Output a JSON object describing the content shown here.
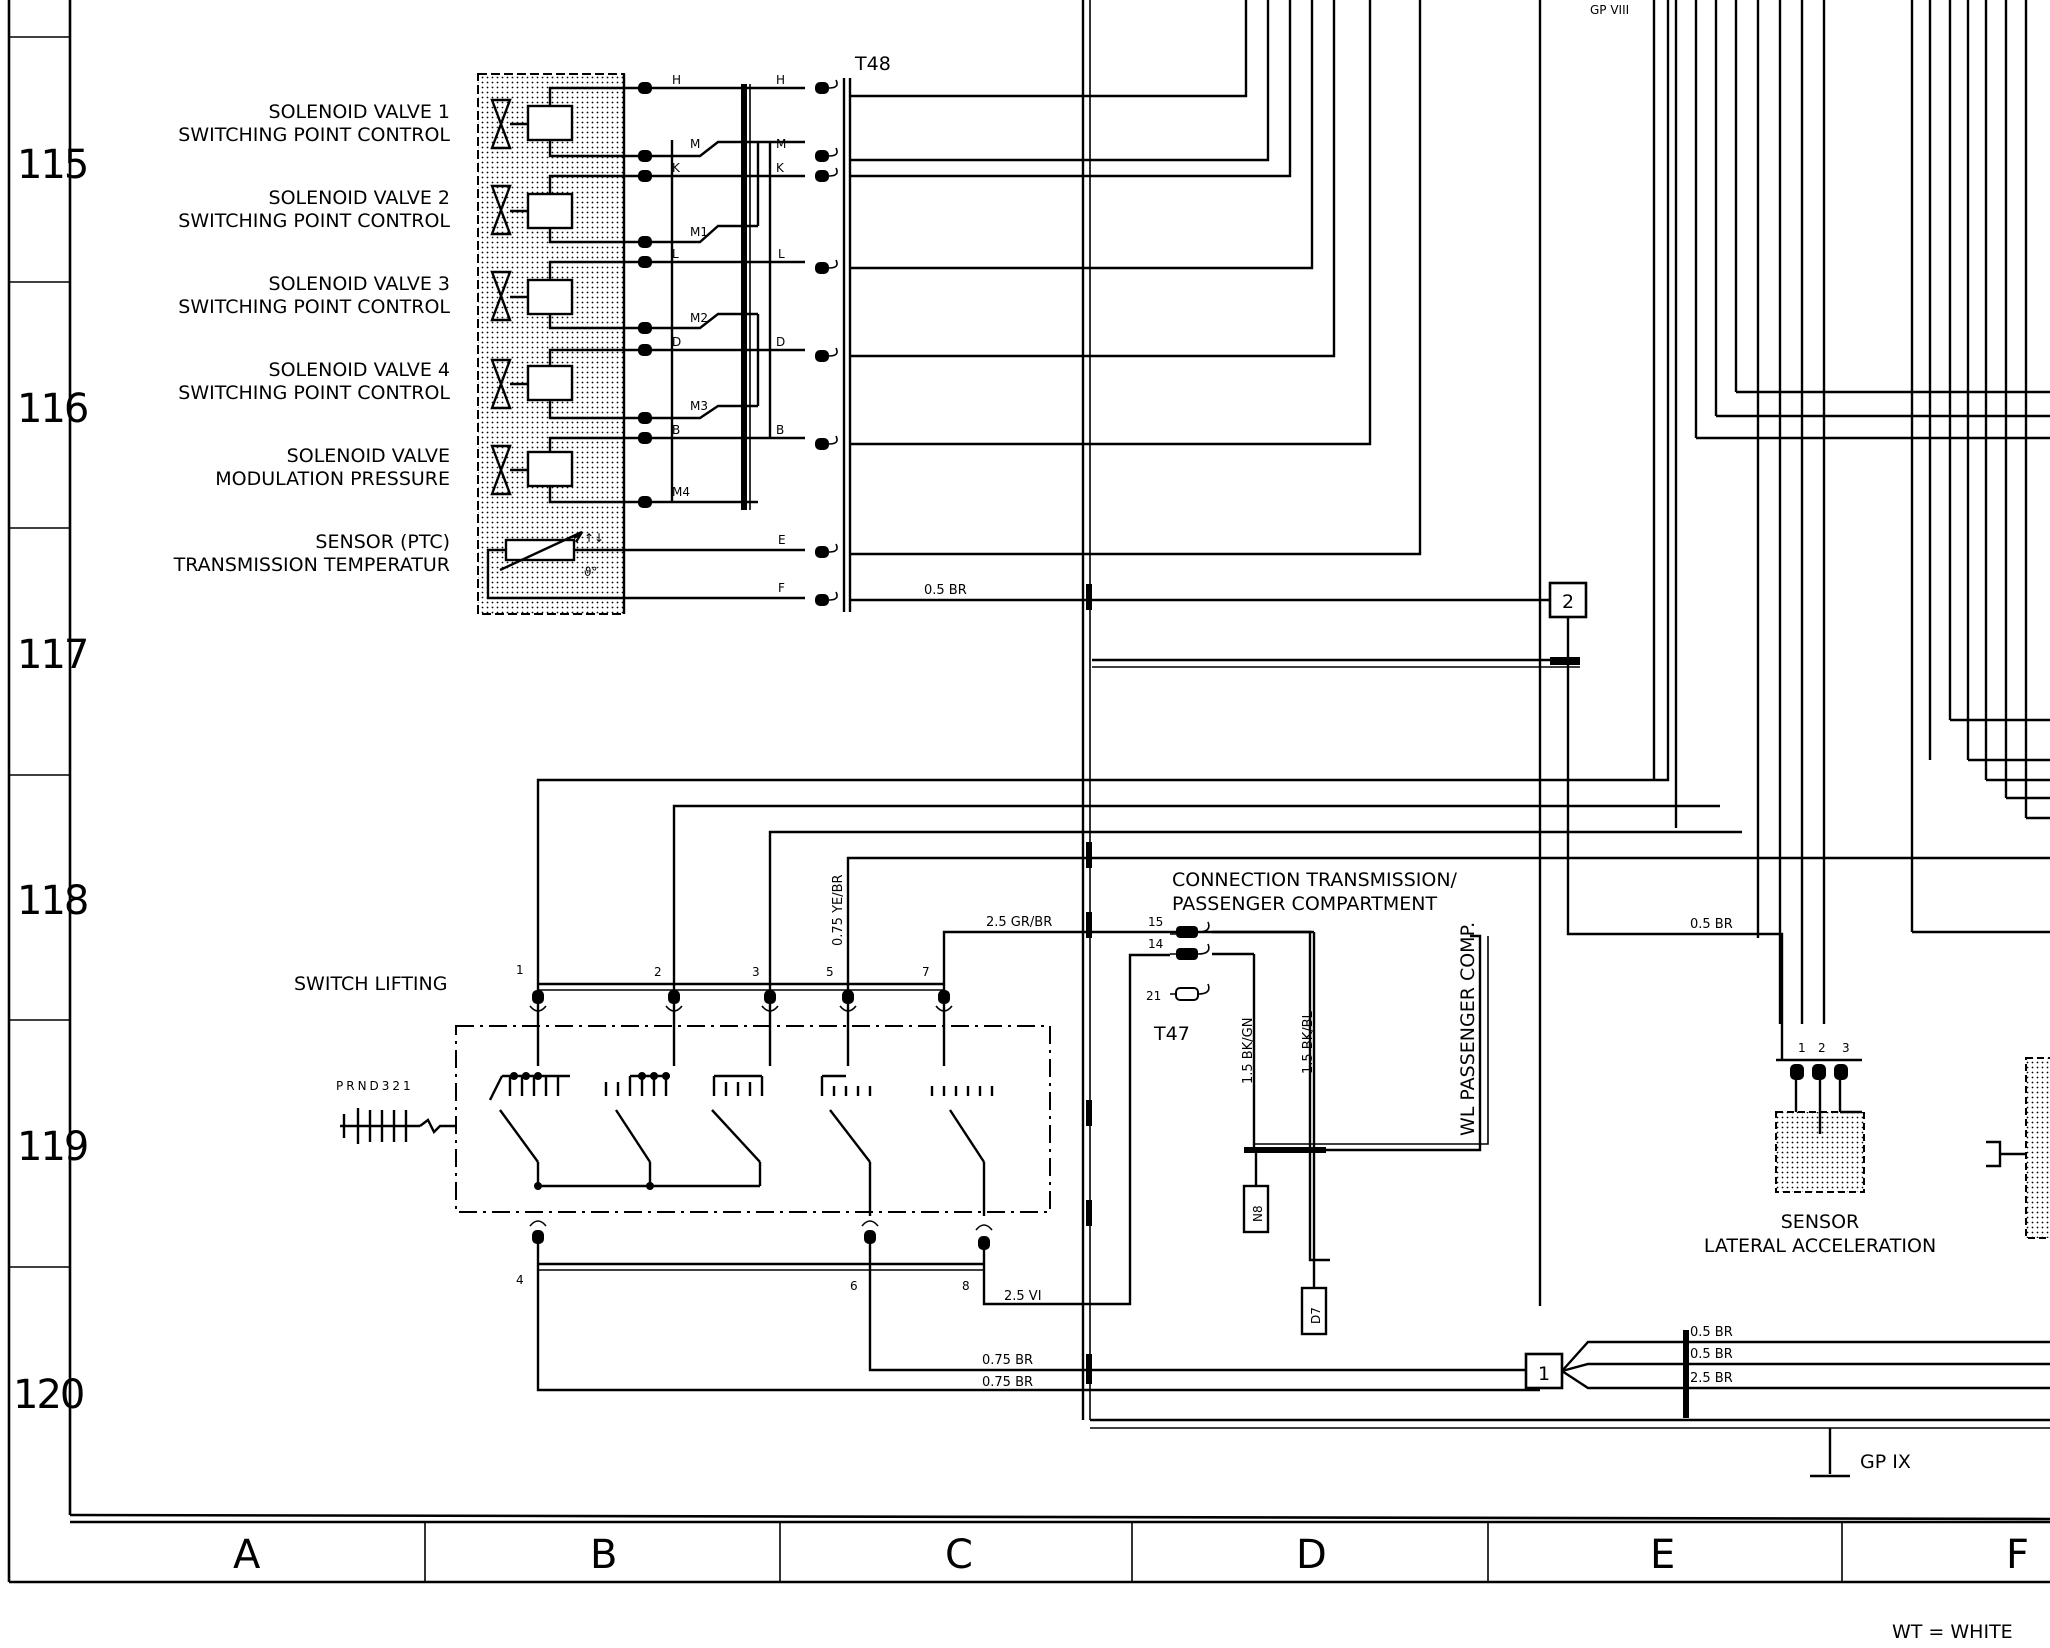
{
  "rows": [
    "115",
    "116",
    "117",
    "118",
    "119",
    "120"
  ],
  "columns": [
    "A",
    "B",
    "C",
    "D",
    "E",
    "F"
  ],
  "components": {
    "solenoid_1": [
      "SOLENOID VALVE 1",
      "SWITCHING POINT CONTROL"
    ],
    "solenoid_2": [
      "SOLENOID VALVE 2",
      "SWITCHING POINT CONTROL"
    ],
    "solenoid_3": [
      "SOLENOID VALVE 3",
      "SWITCHING POINT CONTROL"
    ],
    "solenoid_4": [
      "SOLENOID VALVE 4",
      "SWITCHING POINT CONTROL"
    ],
    "solenoid_mod": [
      "SOLENOID VALVE",
      "MODULATION PRESSURE"
    ],
    "sensor_temp": [
      "SENSOR (PTC)",
      "TRANSMISSION TEMPERATUR"
    ],
    "switch_lifting": "SWITCH LIFTING",
    "selector_positions": "PRND321",
    "connection_label": [
      "CONNECTION TRANSMISSION/",
      "PASSENGER COMPARTMENT"
    ],
    "sensor_lateral": [
      "SENSOR",
      "LATERAL ACCELERATION"
    ],
    "wl_passenger": "WL PASSENGER COMP."
  },
  "connectors": {
    "t48": "T48",
    "t47": "T47",
    "n8": "N8",
    "d7": "D7",
    "node_1": "1",
    "node_2": "2",
    "gp_viii": "GP VIII",
    "gp_ix": "GP IX"
  },
  "pins": {
    "t48_left": [
      "H",
      "M",
      "K",
      "M1",
      "L",
      "M2",
      "D",
      "M3",
      "B",
      "M4"
    ],
    "t48_right": [
      "H",
      "M",
      "K",
      "L",
      "D",
      "B",
      "E",
      "F"
    ],
    "switch_top": [
      "1",
      "2",
      "3",
      "5",
      "7"
    ],
    "switch_bottom": [
      "4",
      "6",
      "8"
    ],
    "t47": [
      "15",
      "14",
      "21"
    ],
    "sensor_lateral": [
      "1",
      "2",
      "3"
    ]
  },
  "wires": {
    "w_05br_top": "0.5 BR",
    "w_075yebr": "0.75 YE/BR",
    "w_25grbr": "2.5 GR/BR",
    "w_15bkgn": "1.5 BK/GN",
    "w_15bkbl": "1.5 BK/BL",
    "w_25vi": "2.5 VI",
    "w_075br_a": "0.75 BR",
    "w_075br_b": "0.75 BR",
    "w_05br_e": "0.5 BR",
    "w_05br_r1": "0.5 BR",
    "w_05br_r2": "0.5 BR",
    "w_25br_r3": "2.5 BR"
  },
  "legend": "WT = WHITE"
}
